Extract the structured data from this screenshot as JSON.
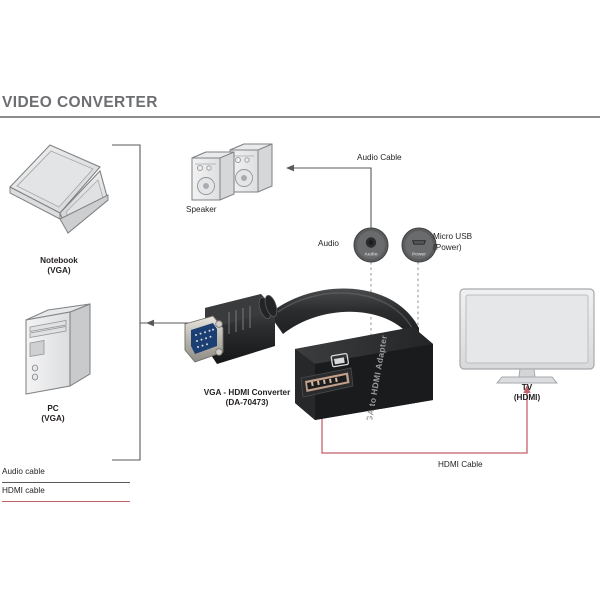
{
  "header": {
    "title": "VIDEO CONVERTER"
  },
  "devices": {
    "notebook": {
      "name": "Notebook",
      "port": "(VGA)",
      "icon": "laptop-icon"
    },
    "pc": {
      "name": "PC",
      "port": "(VGA)",
      "icon": "desktop-tower-icon"
    },
    "speaker": {
      "name": "Speaker",
      "icon": "speaker-pair-icon"
    },
    "tv": {
      "name": "TV",
      "port": "(HDMI)",
      "icon": "television-icon"
    },
    "converter": {
      "name": "VGA - HDMI Converter",
      "model": "(DA-70473)",
      "body_text": "VGA to HDMI Adapter",
      "icon": "vga-hdmi-converter-icon"
    }
  },
  "ports": {
    "audio": {
      "label": "Audio",
      "badge_text": "Audio",
      "icon": "audio-jack-icon"
    },
    "micro_usb": {
      "label_line1": "Micro USB",
      "label_line2": "(Power)",
      "badge_text": "Power",
      "icon": "micro-usb-icon"
    }
  },
  "cables": {
    "audio_cable": {
      "label": "Audio Cable",
      "color": "#58595b"
    },
    "hdmi_cable": {
      "label": "HDMI Cable",
      "color": "#c4626b"
    }
  },
  "legend": {
    "items": [
      {
        "label": "Audio cable",
        "color": "#58595b"
      },
      {
        "label": "HDMI cable",
        "color": "#c4626b"
      }
    ]
  }
}
